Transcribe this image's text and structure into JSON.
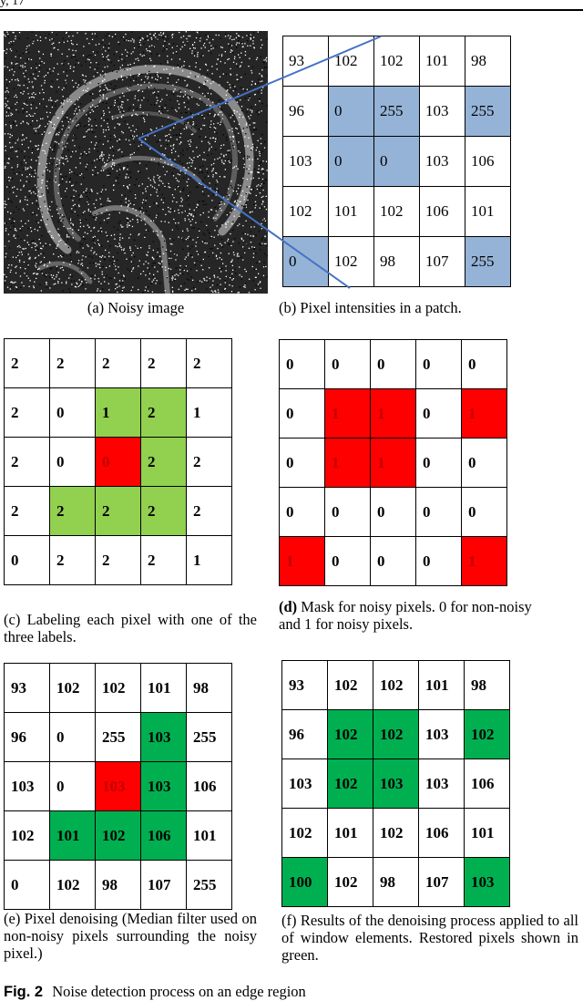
{
  "header": {
    "mark": "y, 17"
  },
  "colors": {
    "blue": "#95b3d7",
    "light_green": "#92d050",
    "red": "#ff0000",
    "green": "#00b050"
  },
  "panel_a": {
    "caption": "(a) Noisy image"
  },
  "panel_b": {
    "caption": "(b) Pixel intensities in a patch.",
    "cells": [
      [
        "93",
        "102",
        "102",
        "101",
        "98"
      ],
      [
        "96",
        "0",
        "255",
        "103",
        "255"
      ],
      [
        "103",
        "0",
        "0",
        "103",
        "106"
      ],
      [
        "102",
        "101",
        "102",
        "106",
        "101"
      ],
      [
        "0",
        "102",
        "98",
        "107",
        "255"
      ]
    ],
    "highlights": [
      [
        1,
        1,
        "blue"
      ],
      [
        1,
        2,
        "blue"
      ],
      [
        1,
        4,
        "blue"
      ],
      [
        2,
        1,
        "blue"
      ],
      [
        2,
        2,
        "blue"
      ],
      [
        4,
        0,
        "blue"
      ],
      [
        4,
        4,
        "blue"
      ]
    ]
  },
  "panel_c": {
    "caption": "(c) Labeling each pixel with one of the three labels.",
    "cells": [
      [
        "2",
        "2",
        "2",
        "2",
        "2"
      ],
      [
        "2",
        "0",
        "1",
        "2",
        "1"
      ],
      [
        "2",
        "0",
        "0",
        "2",
        "2"
      ],
      [
        "2",
        "2",
        "2",
        "2",
        "2"
      ],
      [
        "0",
        "2",
        "2",
        "2",
        "1"
      ]
    ],
    "highlights": [
      [
        1,
        2,
        "light_green"
      ],
      [
        1,
        3,
        "light_green"
      ],
      [
        2,
        2,
        "red"
      ],
      [
        2,
        3,
        "light_green"
      ],
      [
        3,
        1,
        "light_green"
      ],
      [
        3,
        2,
        "light_green"
      ],
      [
        3,
        3,
        "light_green"
      ]
    ]
  },
  "panel_d": {
    "caption_bold": "(d)",
    "caption_rest": "Mask for noisy pixels. 0 for non-noisy and 1 for noisy pixels.",
    "cells": [
      [
        "0",
        "0",
        "0",
        "0",
        "0"
      ],
      [
        "0",
        "1",
        "1",
        "0",
        "1"
      ],
      [
        "0",
        "1",
        "1",
        "0",
        "0"
      ],
      [
        "0",
        "0",
        "0",
        "0",
        "0"
      ],
      [
        "1",
        "0",
        "0",
        "0",
        "1"
      ]
    ],
    "highlights": [
      [
        1,
        1,
        "red"
      ],
      [
        1,
        2,
        "red"
      ],
      [
        1,
        4,
        "red"
      ],
      [
        2,
        1,
        "red"
      ],
      [
        2,
        2,
        "red"
      ],
      [
        4,
        0,
        "red"
      ],
      [
        4,
        4,
        "red"
      ]
    ]
  },
  "panel_e": {
    "caption": "(e) Pixel denoising (Median filter used on non-noisy pixels surrounding the noisy pixel.)",
    "cells": [
      [
        "93",
        "102",
        "102",
        "101",
        "98"
      ],
      [
        "96",
        "0",
        "255",
        "103",
        "255"
      ],
      [
        "103",
        "0",
        "103",
        "103",
        "106"
      ],
      [
        "102",
        "101",
        "102",
        "106",
        "101"
      ],
      [
        "0",
        "102",
        "98",
        "107",
        "255"
      ]
    ],
    "highlights": [
      [
        1,
        3,
        "green"
      ],
      [
        2,
        2,
        "red"
      ],
      [
        2,
        3,
        "green"
      ],
      [
        3,
        1,
        "green"
      ],
      [
        3,
        2,
        "green"
      ],
      [
        3,
        3,
        "green"
      ]
    ]
  },
  "panel_f": {
    "caption": "(f) Results of the denoising process applied to all of window elements. Restored pixels shown in green.",
    "cells": [
      [
        "93",
        "102",
        "102",
        "101",
        "98"
      ],
      [
        "96",
        "102",
        "102",
        "103",
        "102"
      ],
      [
        "103",
        "102",
        "103",
        "103",
        "106"
      ],
      [
        "102",
        "101",
        "102",
        "106",
        "101"
      ],
      [
        "100",
        "102",
        "98",
        "107",
        "103"
      ]
    ],
    "highlights": [
      [
        1,
        1,
        "green"
      ],
      [
        1,
        2,
        "green"
      ],
      [
        1,
        4,
        "green"
      ],
      [
        2,
        1,
        "green"
      ],
      [
        2,
        2,
        "green"
      ],
      [
        4,
        0,
        "green"
      ],
      [
        4,
        4,
        "green"
      ]
    ]
  },
  "figure_caption": {
    "label": "Fig. 2",
    "text": "Noise detection process on an edge region"
  }
}
